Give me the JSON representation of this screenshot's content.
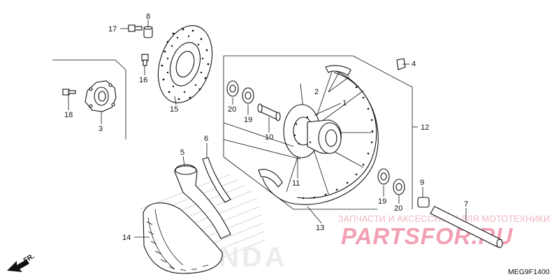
{
  "diagram": {
    "callouts": [
      "1",
      "2",
      "3",
      "4",
      "5",
      "6",
      "7",
      "8",
      "9",
      "10",
      "11",
      "12",
      "13",
      "14",
      "15",
      "16",
      "17",
      "18",
      "19",
      "20"
    ],
    "parts": [
      "bolt",
      "disc",
      "spacer",
      "bearing",
      "collar",
      "wheel",
      "rim band",
      "tire",
      "hub",
      "axle"
    ],
    "watermark": {
      "caption": "ЗАПЧАСТИ И АКСЕССУАРЫ ДЛЯ МОТОТЕХНИКИ",
      "brand": "PARTSFOR.RU"
    },
    "background_logo": "HONDA",
    "direction_label": "FR.",
    "figure_code": "MEG9F1400",
    "colors": {
      "line": "#111111",
      "watermark": "#f2a0b3",
      "wing_hatch": "#d8d8d8"
    }
  }
}
